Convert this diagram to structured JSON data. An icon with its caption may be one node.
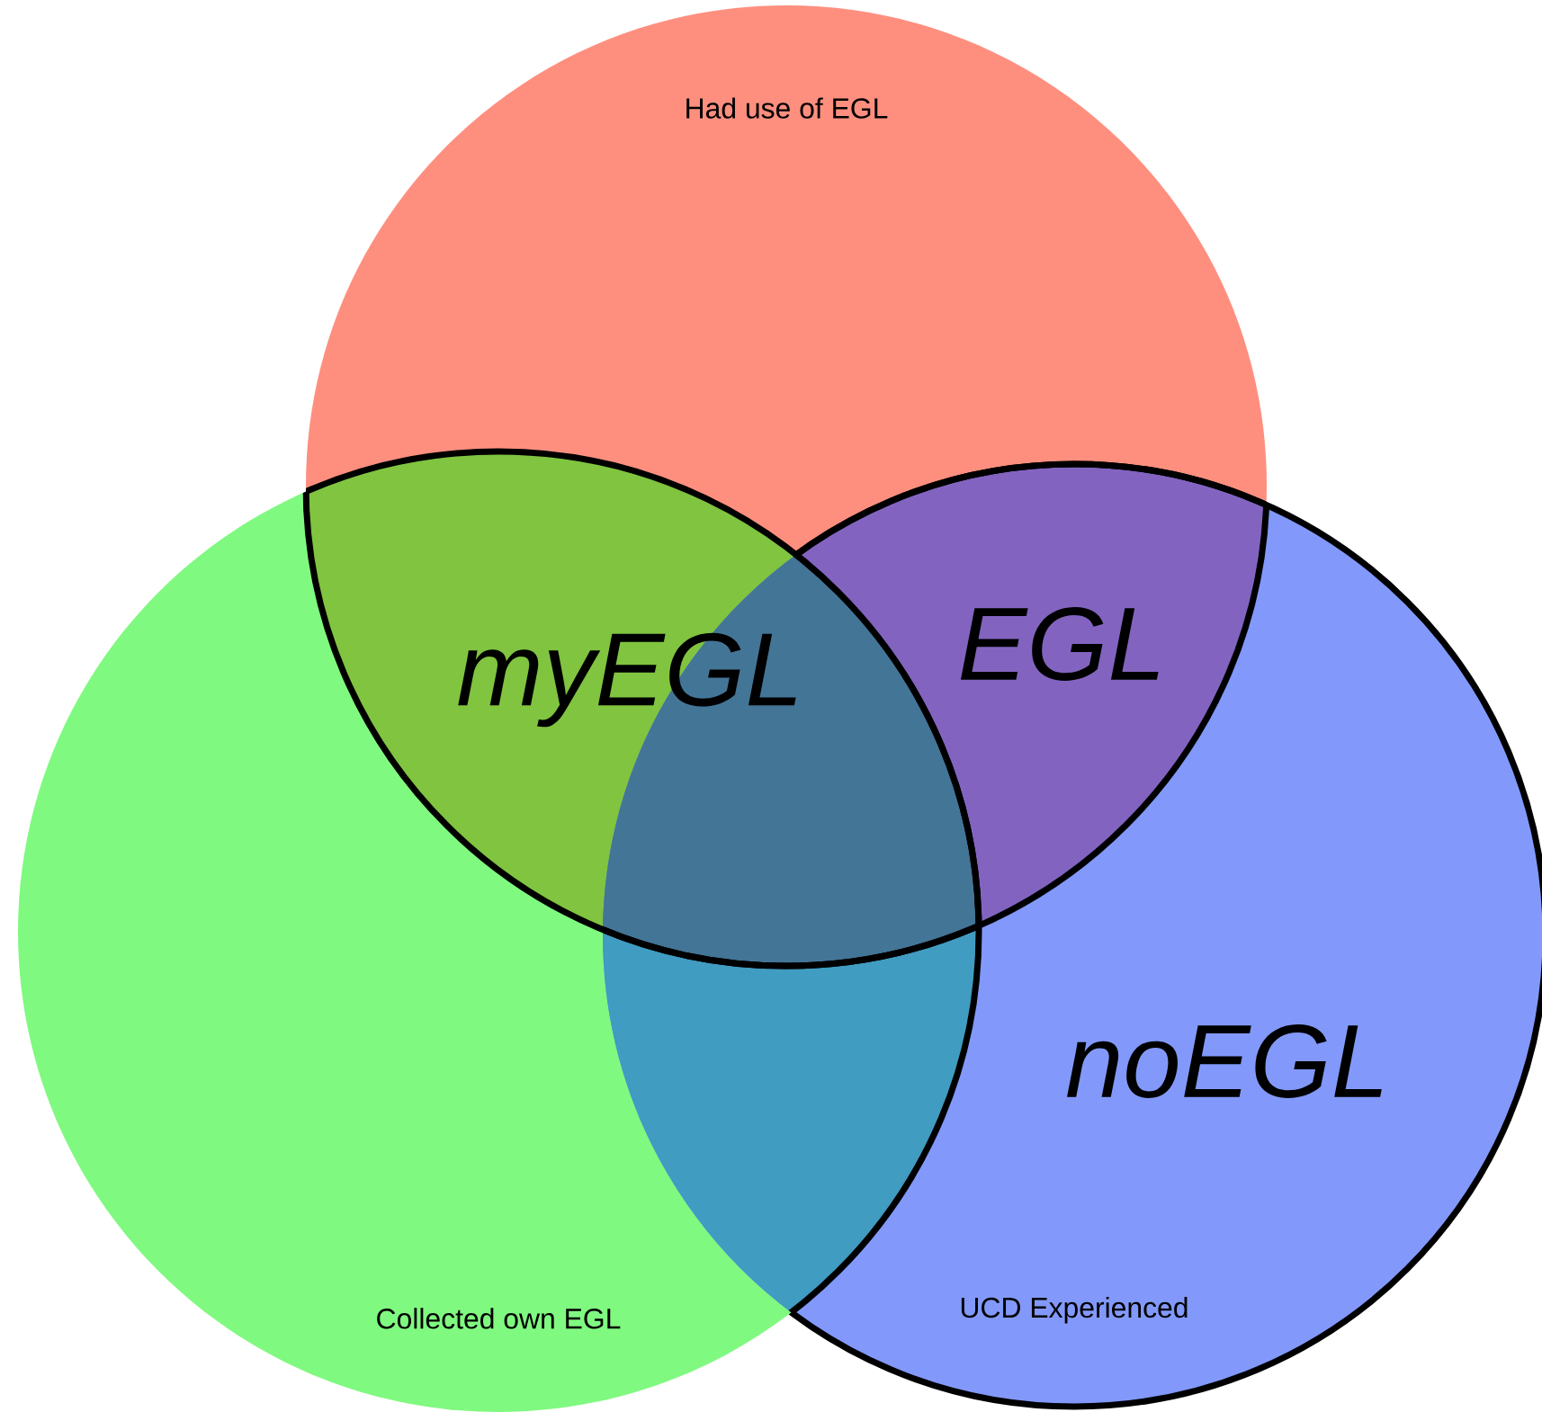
{
  "diagram": {
    "nodes": [
      {
        "text": [
          "Had use of EGL"
        ]
      },
      {
        "text": [
          "Collected own EGL"
        ]
      },
      {
        "text": [
          "UCD Experienced"
        ]
      }
    ],
    "labels": [
      "myEGL",
      "EGL",
      "noEGL"
    ]
  }
}
